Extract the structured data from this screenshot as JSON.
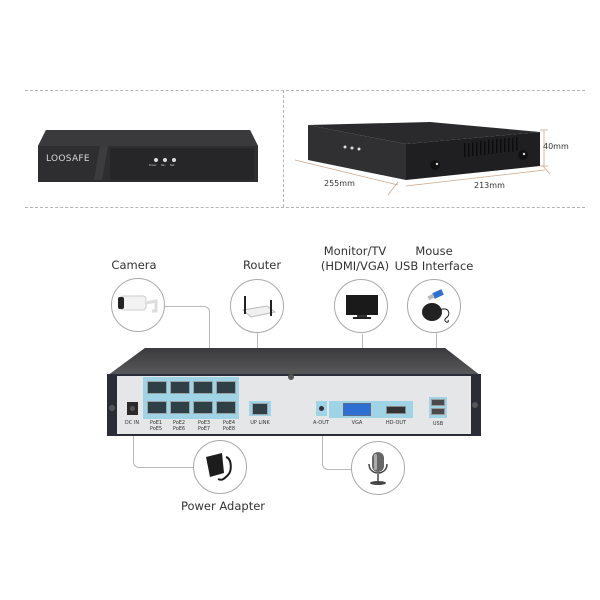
{
  "product": {
    "brand": "LOOSAFE",
    "front_leds": [
      "Power",
      "Rec",
      "Net"
    ]
  },
  "dimensions": {
    "depth": "255mm",
    "width": "213mm",
    "height": "40mm"
  },
  "connections": {
    "camera": "Camera",
    "router": "Router",
    "monitor_line1": "Monitor/TV",
    "monitor_line2": "(HDMI/VGA)",
    "mouse_line1": "Mouse",
    "mouse_line2": "USB Interface",
    "power": "Power Adapter"
  },
  "rear_panel": {
    "dc_in": "DC IN",
    "poe_labels": [
      {
        "top": "PoE1",
        "bottom": "PoE5"
      },
      {
        "top": "PoE2",
        "bottom": "PoE6"
      },
      {
        "top": "PoE3",
        "bottom": "PoE7"
      },
      {
        "top": "PoE4",
        "bottom": "PoE8"
      }
    ],
    "uplink": "UP LINK",
    "aout": "A-OUT",
    "vga": "VGA",
    "hdout": "HD-OUT",
    "usb": "USB"
  },
  "colors": {
    "device_body": "#2b2b2d",
    "panel": "#e6e8ea",
    "port_highlight": "#9fd3e6",
    "vga_blue": "#2f6fd1"
  }
}
